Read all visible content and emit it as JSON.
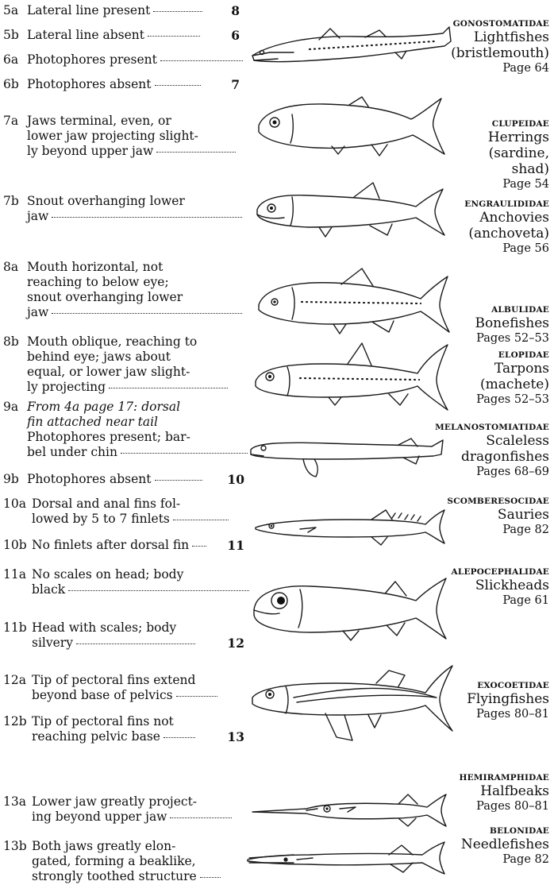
{
  "entries": [
    {
      "num": "5a",
      "lines": [
        "Lateral line present"
      ],
      "target": "8"
    },
    {
      "num": "5b",
      "lines": [
        "Lateral line absent"
      ],
      "target": "6"
    },
    {
      "num": "6a",
      "lines": [
        "Photophores present"
      ],
      "target": ""
    },
    {
      "num": "6b",
      "lines": [
        "Photophores absent"
      ],
      "target": "7"
    },
    {
      "num": "7a",
      "lines": [
        "Jaws terminal, even, or",
        "lower jaw projecting slight-",
        "ly beyond upper jaw"
      ],
      "target": ""
    },
    {
      "num": "7b",
      "lines": [
        "Snout overhanging lower",
        "jaw"
      ],
      "target": ""
    },
    {
      "num": "8a",
      "lines": [
        "Mouth horizontal, not",
        "reaching to below eye;",
        "snout overhanging lower",
        "jaw"
      ],
      "target": ""
    },
    {
      "num": "8b",
      "lines": [
        "Mouth oblique, reaching to",
        "behind eye; jaws about",
        "equal, or lower jaw slight-",
        "ly projecting"
      ],
      "target": ""
    },
    {
      "num": "9a",
      "italic_lines": [
        "From 4a page 17: dorsal",
        "fin attached near tail"
      ],
      "lines": [
        "Photophores present; bar-",
        "bel under chin"
      ],
      "target": ""
    },
    {
      "num": "9b",
      "lines": [
        "Photophores absent"
      ],
      "target": "10"
    },
    {
      "num": "10a",
      "lines": [
        "Dorsal and anal fins fol-",
        "lowed by 5 to 7 finlets"
      ],
      "target": ""
    },
    {
      "num": "10b",
      "lines": [
        "No finlets after dorsal fin"
      ],
      "target": "11"
    },
    {
      "num": "11a",
      "lines": [
        "No scales on head; body",
        "black"
      ],
      "target": ""
    },
    {
      "num": "11b",
      "lines": [
        "Head with scales; body",
        "silvery"
      ],
      "target": "12"
    },
    {
      "num": "12a",
      "lines": [
        "Tip of pectoral fins extend",
        "beyond base of pelvics"
      ],
      "target": ""
    },
    {
      "num": "12b",
      "lines": [
        "Tip of pectoral fins not",
        "reaching pelvic base"
      ],
      "target": "13"
    },
    {
      "num": "13a",
      "lines": [
        "Lower jaw greatly project-",
        "ing beyond upper jaw"
      ],
      "target": ""
    },
    {
      "num": "13b",
      "lines": [
        "Both jaws greatly elon-",
        "gated, forming a beaklike,",
        "strongly toothed structure"
      ],
      "target": ""
    }
  ],
  "families": [
    {
      "family": "GONOSTOMATIDAE",
      "common": [
        "Lightfishes",
        "(bristlemouth)"
      ],
      "page": "Page 64"
    },
    {
      "family": "CLUPEIDAE",
      "common": [
        "Herrings",
        "(sardine,",
        "shad)"
      ],
      "page": "Page 54"
    },
    {
      "family": "ENGRAULIDIDAE",
      "common": [
        "Anchovies",
        "(anchoveta)"
      ],
      "page": "Page 56"
    },
    {
      "family": "ALBULIDAE",
      "common": [
        "Bonefishes"
      ],
      "page": "Pages 52–53"
    },
    {
      "family": "ELOPIDAE",
      "common": [
        "Tarpons",
        "(machete)"
      ],
      "page": "Pages 52–53"
    },
    {
      "family": "MELANOSTOMIATIDAE",
      "common": [
        "Scaleless",
        "dragonfishes"
      ],
      "page": "Pages 68–69"
    },
    {
      "family": "SCOMBERESOCIDAE",
      "common": [
        "Sauries"
      ],
      "page": "Page 82"
    },
    {
      "family": "ALEPOCEPHALIDAE",
      "common": [
        "Slickheads"
      ],
      "page": "Page 61"
    },
    {
      "family": "EXOCOETIDAE",
      "common": [
        "Flyingfishes"
      ],
      "page": "Pages 80–81"
    },
    {
      "family": "HEMIRAMPHIDAE",
      "common": [
        "Halfbeaks"
      ],
      "page": "Pages 80–81"
    },
    {
      "family": "BELONIDAE",
      "common": [
        "Needlefishes"
      ],
      "page": "Page 82"
    }
  ]
}
